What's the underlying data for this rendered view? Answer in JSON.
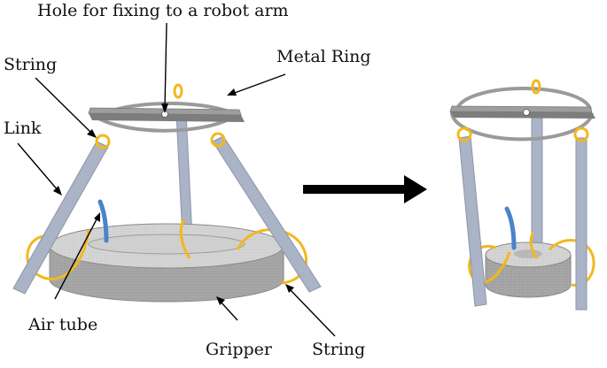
{
  "labels": {
    "hole": "Hole for fixing to a robot arm",
    "string_top": "String",
    "metal_ring": "Metal Ring",
    "link": "Link",
    "air_tube": "Air tube",
    "gripper": "Gripper",
    "string_bottom": "String"
  },
  "colors": {
    "link": "#aab4c6",
    "link_dark": "#8c95a8",
    "ring": "#9a9a9a",
    "plate": "#8e8e8e",
    "gripper_top": "#d4d4d4",
    "gripper_side": "#a8a8a8",
    "string": "#f2b81c",
    "air_tube": "#4a84c9",
    "arrow": "#000000"
  }
}
